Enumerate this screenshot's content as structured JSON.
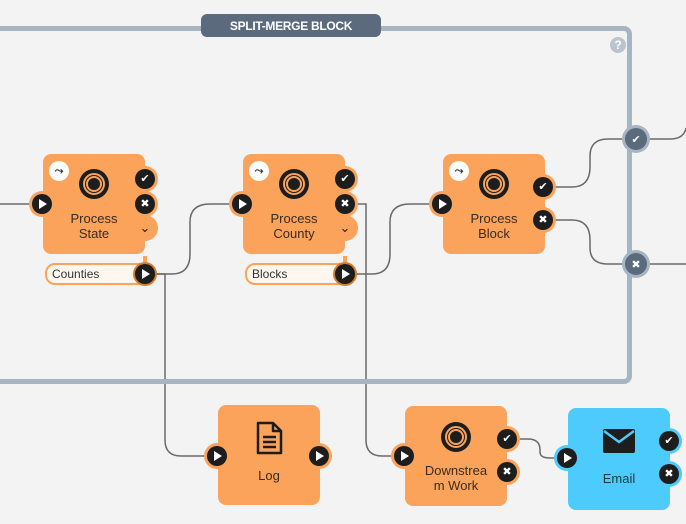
{
  "block": {
    "title": "SPLIT-MERGE BLOCK",
    "help_glyph": "?"
  },
  "nodes": {
    "process_state": {
      "label_line1": "Process",
      "label_line2": "State",
      "field": "Counties"
    },
    "process_county": {
      "label_line1": "Process",
      "label_line2": "County",
      "field": "Blocks"
    },
    "process_block": {
      "label_line1": "Process",
      "label_line2": "Block"
    },
    "log": {
      "label": "Log"
    },
    "downstream": {
      "label_line1": "Downstrea",
      "label_line2": "m  Work"
    },
    "email": {
      "label": "Email"
    }
  },
  "icons": {
    "success": "✔",
    "failure": "✖",
    "expand": "⌄",
    "split": "⤳"
  },
  "colors": {
    "node_orange": "#fba35b",
    "node_blue": "#4dcbfc",
    "frame": "#a7b4c2",
    "title_bg": "#5b6b7d",
    "port": "#1d1d1d",
    "wire": "#666666"
  }
}
